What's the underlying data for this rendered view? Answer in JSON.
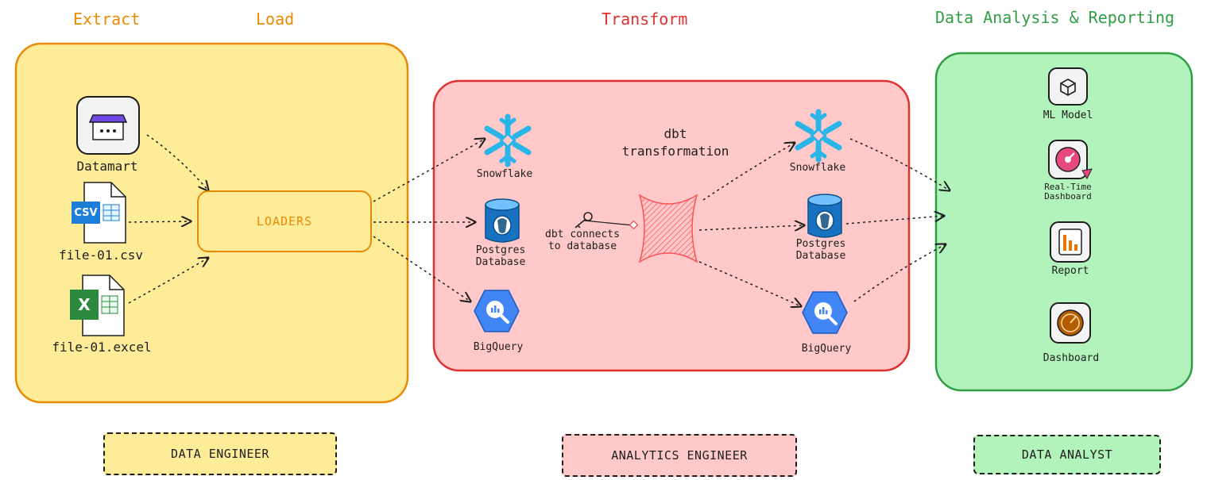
{
  "headings": {
    "extract": "Extract",
    "load": "Load",
    "transform": "Transform",
    "analysis": "Data Analysis & Reporting"
  },
  "sources": {
    "datamart": "Datamart",
    "csv_badge": "CSV",
    "csv": "file-01.csv",
    "excel_badge": "X",
    "excel": "file-01.excel"
  },
  "loaders": "LOADERS",
  "warehouses_left": {
    "snowflake": "Snowflake",
    "postgres_line1": "Postgres",
    "postgres_line2": "Database",
    "bigquery": "BigQuery"
  },
  "dbt": {
    "title_line1": "dbt",
    "title_line2": "transformation",
    "connect_line1": "dbt connects",
    "connect_line2": "to database"
  },
  "warehouses_right": {
    "snowflake": "Snowflake",
    "postgres_line1": "Postgres",
    "postgres_line2": "Database",
    "bigquery": "BigQuery"
  },
  "outputs": {
    "ml_model": "ML Model",
    "realtime_line1": "Real-Time",
    "realtime_line2": "Dashboard",
    "report": "Report",
    "dashboard": "Dashboard"
  },
  "roles": {
    "data_engineer": "DATA ENGINEER",
    "analytics_engineer": "ANALYTICS ENGINEER",
    "data_analyst": "DATA ANALYST"
  },
  "colors": {
    "extract_load": "#e98a05",
    "transform": "#e03131",
    "analysis": "#2f9e44",
    "yellow_fill": "#ffec99",
    "red_fill": "#ffc9c9",
    "green_fill": "#b2f2bb"
  }
}
